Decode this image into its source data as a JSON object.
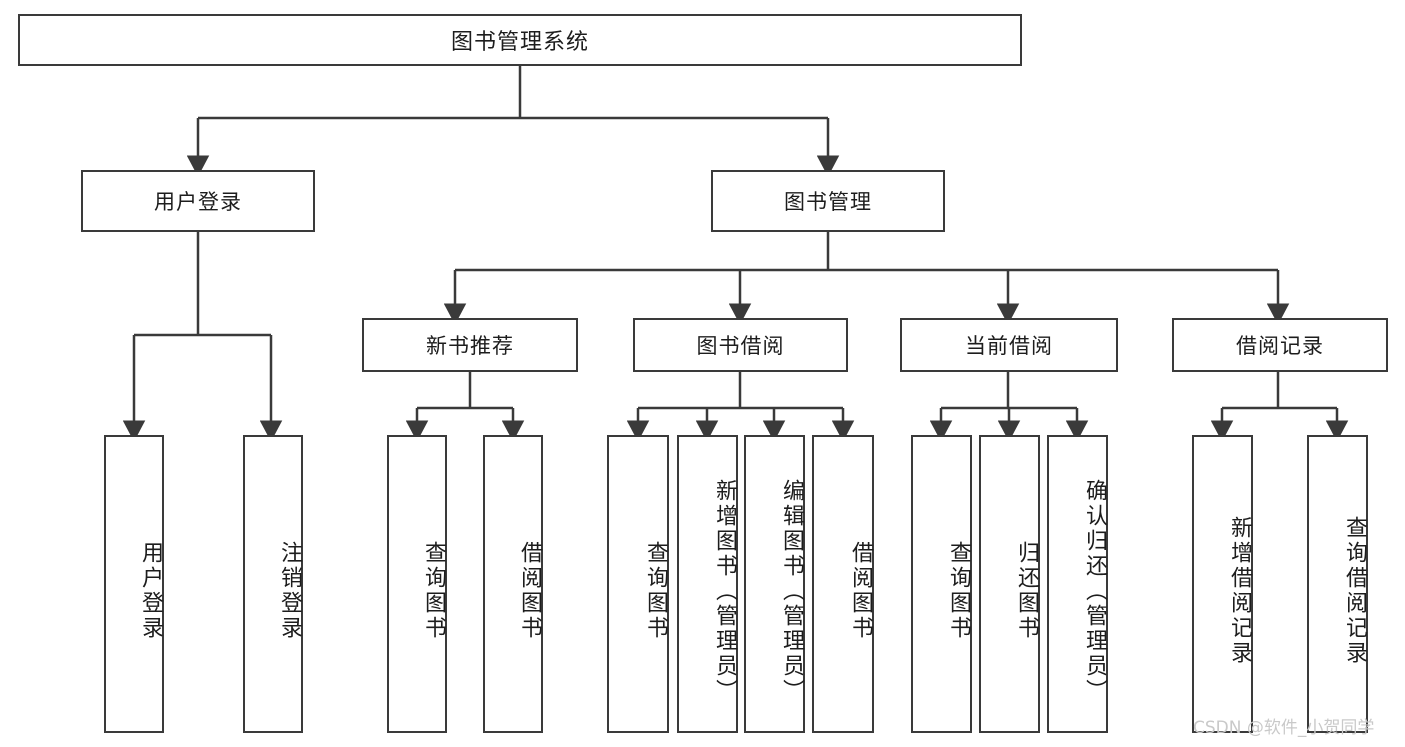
{
  "diagram": {
    "title": "图书管理系统",
    "type": "hierarchy-tree",
    "root": {
      "label": "图书管理系统"
    },
    "level1": [
      {
        "label": "用户登录"
      },
      {
        "label": "图书管理"
      }
    ],
    "level2": [
      {
        "label": "新书推荐"
      },
      {
        "label": "图书借阅"
      },
      {
        "label": "当前借阅"
      },
      {
        "label": "借阅记录"
      }
    ],
    "leaves": {
      "user_login": [
        {
          "label": "用户登录"
        },
        {
          "label": "注销登录"
        }
      ],
      "new_book_recommend": [
        {
          "label": "查询图书"
        },
        {
          "label": "借阅图书"
        }
      ],
      "book_borrow": [
        {
          "label": "查询图书"
        },
        {
          "label": "新增图书（管理员）"
        },
        {
          "label": "编辑图书（管理员）"
        },
        {
          "label": "借阅图书"
        }
      ],
      "current_borrow": [
        {
          "label": "查询图书"
        },
        {
          "label": "归还图书"
        },
        {
          "label": "确认归还（管理员）"
        }
      ],
      "borrow_record": [
        {
          "label": "新增借阅记录"
        },
        {
          "label": "查询借阅记录"
        }
      ]
    },
    "watermark": "CSDN @软件_小贺同学",
    "colors": {
      "stroke": "#3a3a3a",
      "text": "#1d1d1d",
      "background": "#ffffff",
      "watermark": "#c9c9c9"
    }
  }
}
